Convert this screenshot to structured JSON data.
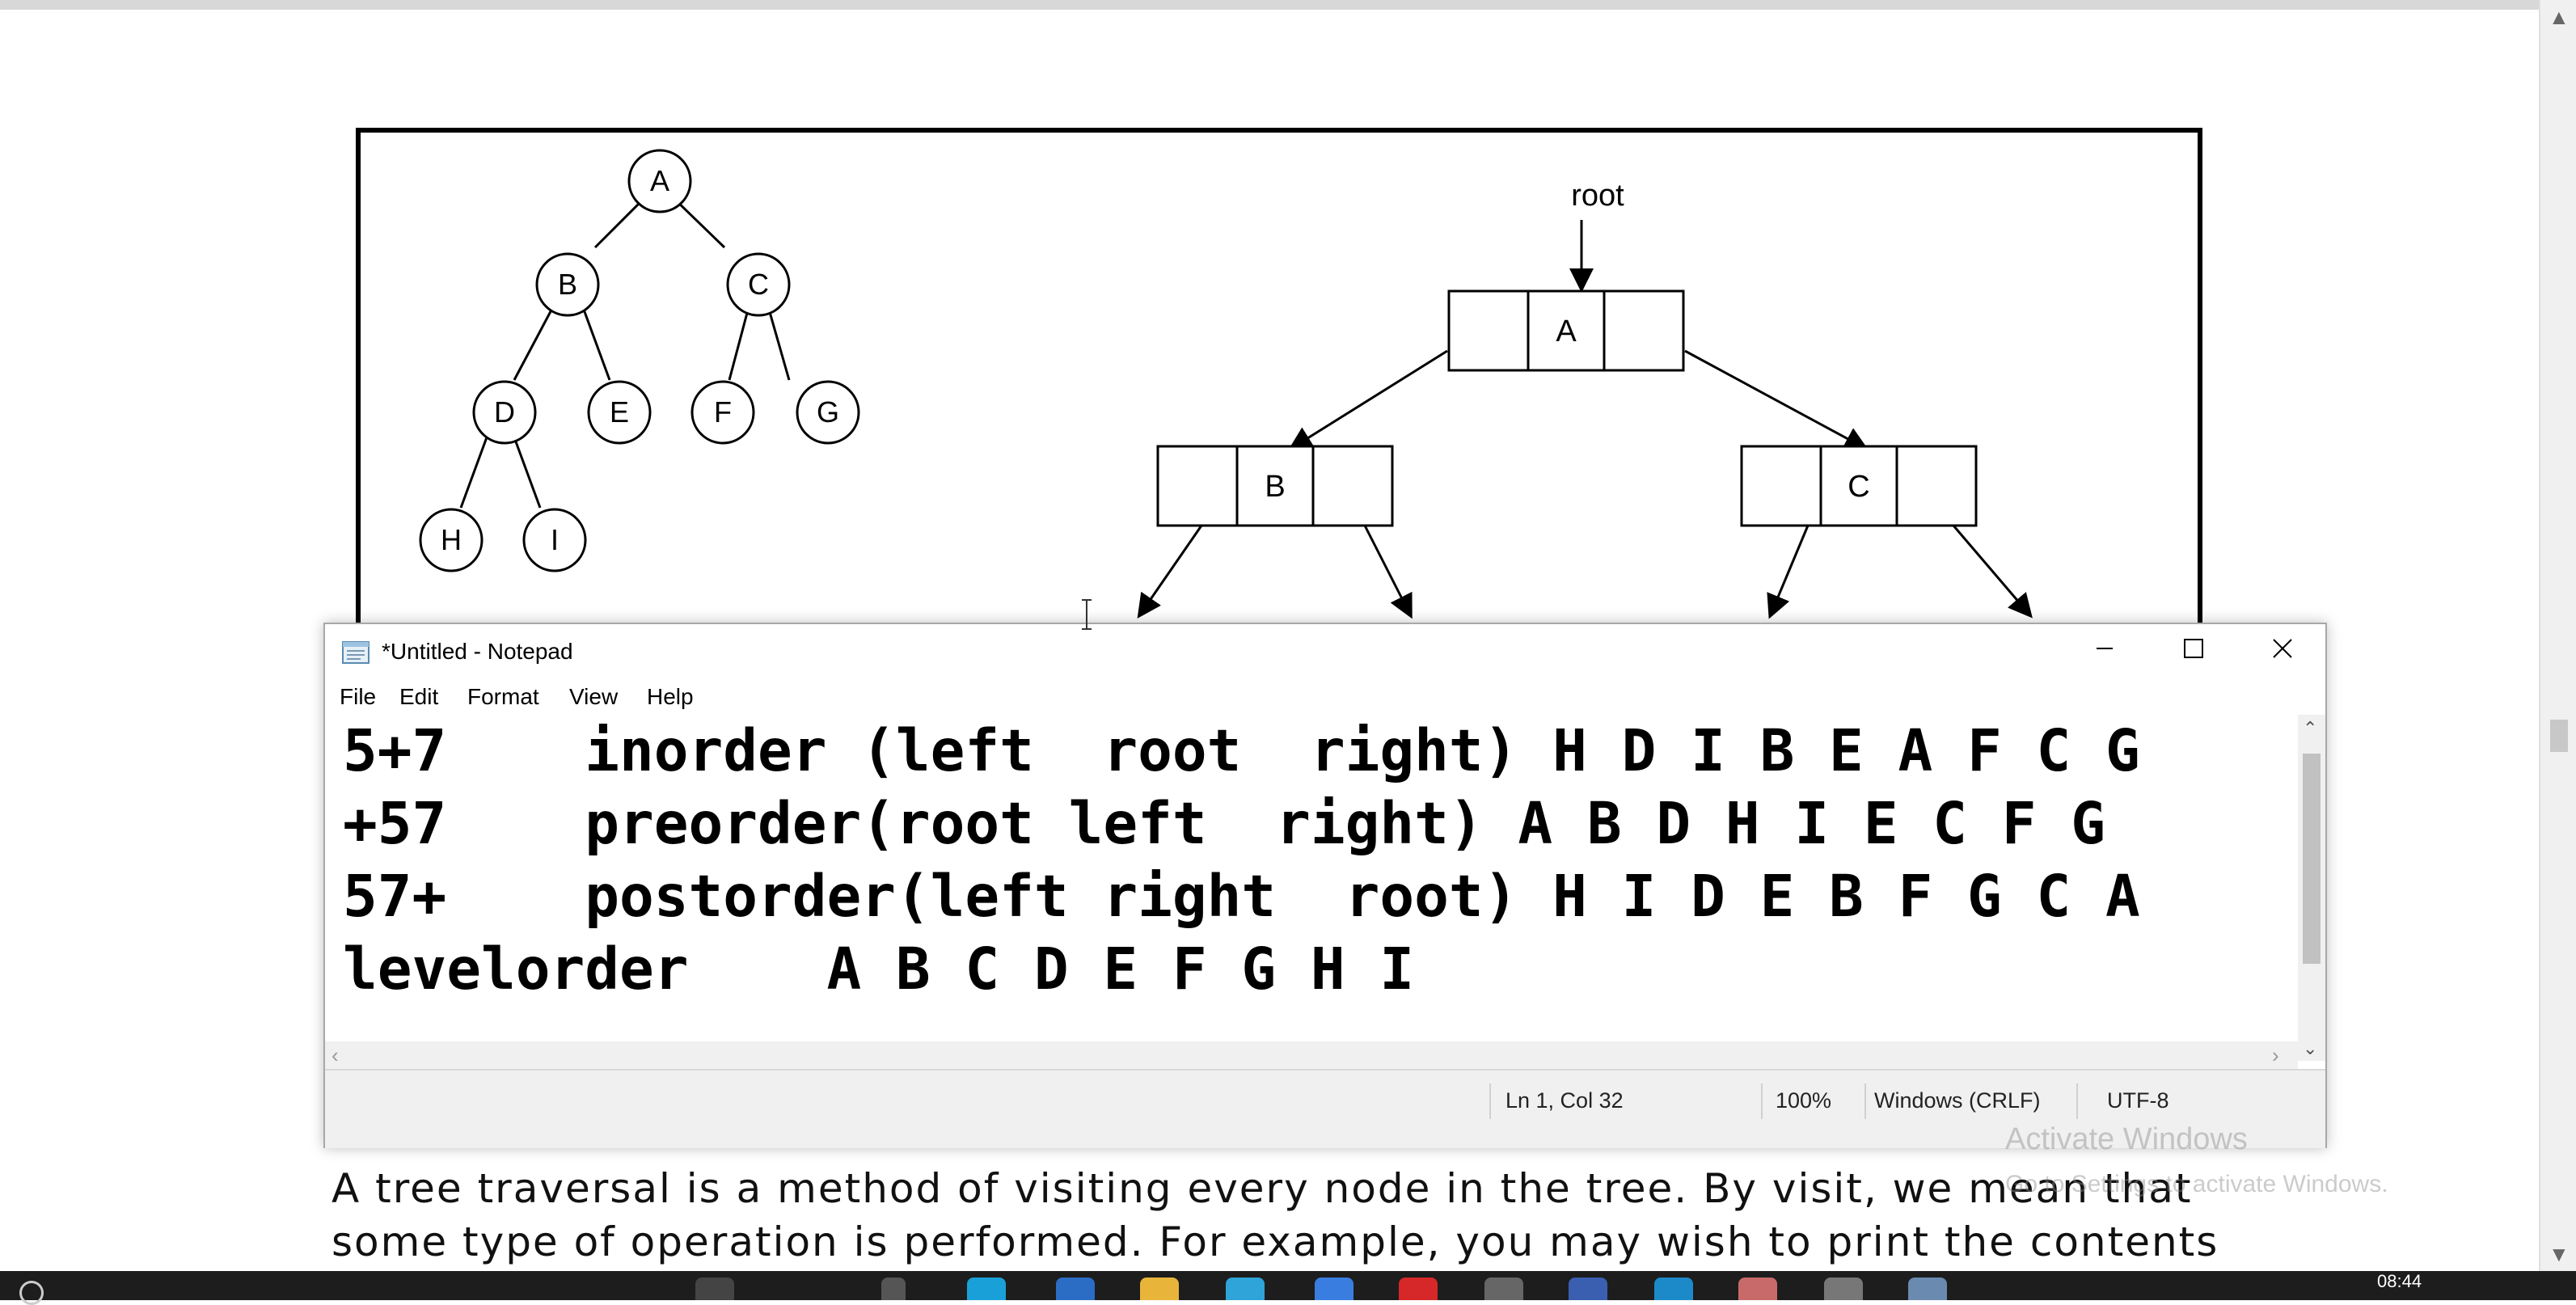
{
  "document": {
    "diagram": {
      "tree_nodes": [
        "A",
        "B",
        "C",
        "D",
        "E",
        "F",
        "G",
        "H",
        "I"
      ],
      "root_label": "root",
      "linked_nodes": [
        "A",
        "B",
        "C"
      ]
    },
    "paragraph": [
      "A tree traversal is a method of visiting every node in the tree. By visit, we mean that",
      "some type of operation is performed. For example, you may wish to print the contents"
    ]
  },
  "notepad": {
    "title": "*Untitled - Notepad",
    "menu": [
      "File",
      "Edit",
      "Format",
      "View",
      "Help"
    ],
    "lines": [
      "5+7    inorder (left  root  right) H D I B E A F C G",
      "+57    preorder(root left  right) A B D H I E C F G",
      "57+    postorder(left right  root) H I D E B F G C A",
      "levelorder    A B C D E F G H I"
    ],
    "status": {
      "position": "Ln 1, Col 32",
      "zoom": "100%",
      "line_ending": "Windows (CRLF)",
      "encoding": "UTF-8"
    }
  },
  "watermark": {
    "line1": "Activate Windows",
    "line2": "Go to Settings to activate Windows."
  },
  "taskbar": {
    "clock": "08:44"
  },
  "colors": {
    "taskbar": "#1d1d1d",
    "statusbar": "#f0f0f0"
  }
}
